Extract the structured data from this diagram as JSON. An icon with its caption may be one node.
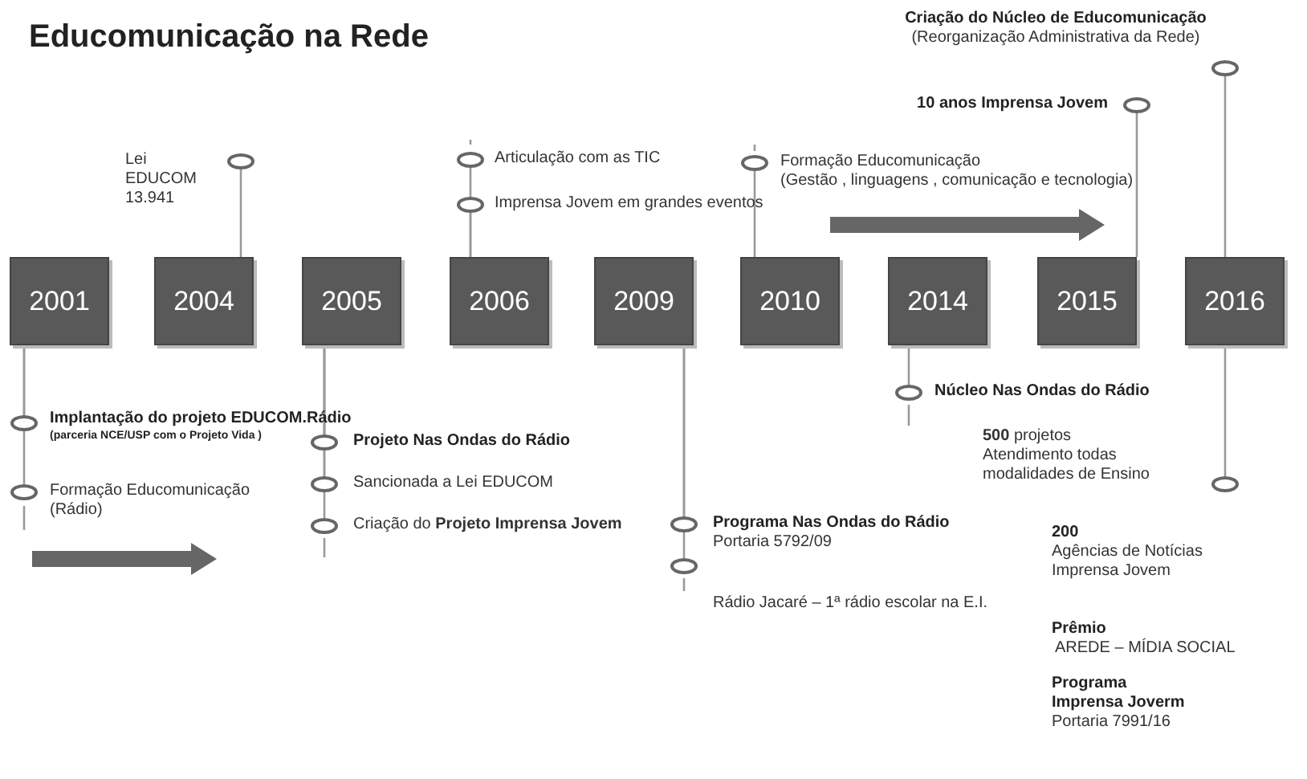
{
  "diagram": {
    "title": "Educomunicação na Rede",
    "nodes": [
      {
        "text": [
          "2001"
        ]
      },
      {
        "text": [
          "2004"
        ]
      },
      {
        "text": [
          "2005"
        ]
      },
      {
        "text": [
          "2006"
        ]
      },
      {
        "text": [
          "2009"
        ]
      },
      {
        "text": [
          "2010"
        ]
      },
      {
        "text": [
          "2014"
        ]
      },
      {
        "text": [
          "2015"
        ]
      },
      {
        "text": [
          "2016"
        ]
      },
      {
        "text": [],
        "shape": "circle",
        "beside": [
          "Lei EDUCOM 13.941"
        ]
      },
      {
        "text": [],
        "shape": "circle",
        "beside": [
          "Articulação  com as TIC"
        ]
      },
      {
        "text": [],
        "shape": "circle",
        "beside": [
          "Imprensa Jovem em grandes eventos"
        ]
      },
      {
        "text": [],
        "shape": "circle",
        "beside": [
          "Formação Educomunicação",
          "(Gestão , linguagens , comunicação  e tecnologia)"
        ]
      },
      {
        "text": [],
        "shape": "circle",
        "beside": [
          "10 anos Imprensa Jovem"
        ]
      },
      {
        "text": [],
        "shape": "circle",
        "beside": [
          "Criação do Núcleo de Educomunicação",
          "(Reorganização Administrativa  da Rede)"
        ]
      },
      {
        "text": [],
        "shape": "circle",
        "beside": [
          "Implantação do projeto EDUCOM.Rádio",
          "(parceria  NCE/USP  com o Projeto Vida )"
        ]
      },
      {
        "text": [],
        "shape": "circle",
        "beside": [
          "Formação Educomunicação (Rádio)"
        ]
      },
      {
        "text": [],
        "shape": "circle",
        "beside": [
          "Projeto Nas Ondas do Rádio"
        ]
      },
      {
        "text": [],
        "shape": "circle",
        "beside": [
          "Sancionada  a Lei EDUCOM"
        ]
      },
      {
        "text": [],
        "shape": "circle",
        "beside": [
          "Criação do **Projeto Imprensa Jovem**"
        ]
      },
      {
        "text": [],
        "shape": "circle",
        "beside": [
          "Programa Nas Ondas do Rádio",
          "Portaria  5792/09"
        ]
      },
      {
        "text": [],
        "shape": "circle",
        "beside": [
          "Rádio Jacaré – 1ª rádio escolar na  E.I."
        ]
      },
      {
        "text": [],
        "shape": "circle",
        "beside": [
          "Núcleo Nas Ondas do Rádio"
        ]
      },
      {
        "text": [],
        "shape": "circle",
        "beside": [
          "200",
          "Agências de Notícias Imprensa Jovem"
        ]
      }
    ],
    "edges": [
      {
        "from": 0,
        "to": 15,
        "arrow": "none"
      },
      {
        "from": 0,
        "to": 16,
        "arrow": "none"
      },
      {
        "from": 1,
        "to": 9,
        "arrow": "none"
      },
      {
        "from": 2,
        "to": 17,
        "arrow": "none"
      },
      {
        "from": 2,
        "to": 18,
        "arrow": "none"
      },
      {
        "from": 2,
        "to": 19,
        "arrow": "none"
      },
      {
        "from": 3,
        "to": 10,
        "arrow": "none"
      },
      {
        "from": 3,
        "to": 11,
        "arrow": "none"
      },
      {
        "from": 4,
        "to": 20,
        "arrow": "none"
      },
      {
        "from": 4,
        "to": 21,
        "arrow": "none"
      },
      {
        "from": 5,
        "to": 12,
        "arrow": "none"
      },
      {
        "from": 6,
        "to": 22,
        "arrow": "none"
      },
      {
        "from": 7,
        "to": 13,
        "arrow": "none"
      },
      {
        "from": 8,
        "to": 14,
        "arrow": "none"
      },
      {
        "from": 8,
        "to": 23,
        "arrow": "none"
      }
    ],
    "labels": [
      "**500** projetos",
      "Atendimento  todas modalidades de Ensino",
      "Prêmio",
      "AREDE – MÍDIA SOCIAL",
      "Programa",
      "Imprensa Joverm",
      "Portaria 7991/16"
    ]
  }
}
